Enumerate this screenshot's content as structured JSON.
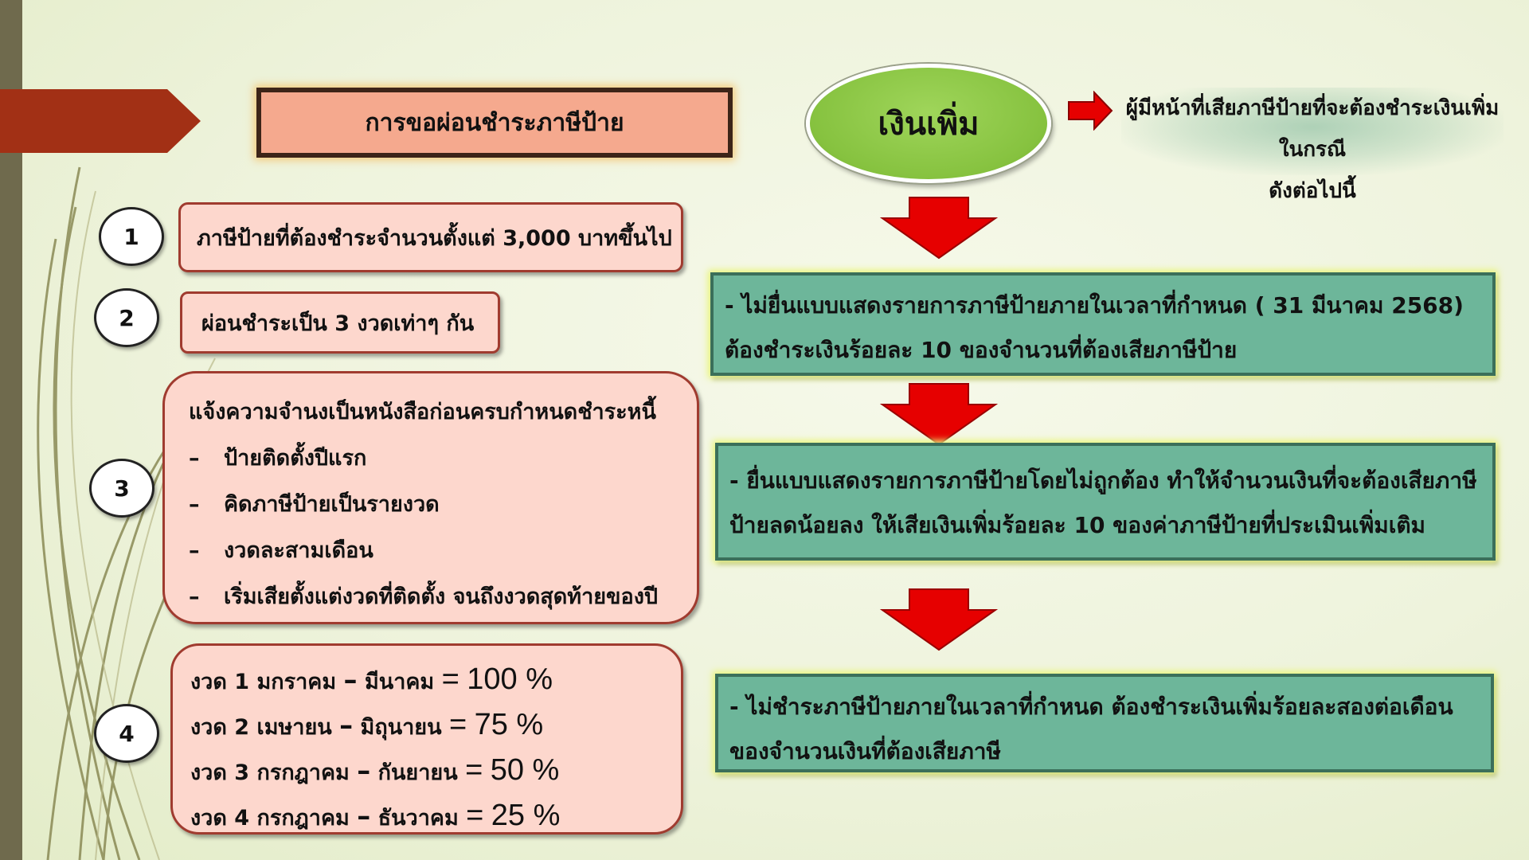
{
  "title": "การขอผ่อนชำระภาษีป้าย",
  "steps": [
    {
      "number": "1",
      "text": "ภาษีป้ายที่ต้องชำระจำนวนตั้งแต่ 3,000 บาทขึ้นไป"
    },
    {
      "number": "2",
      "text": "ผ่อนชำระเป็น 3 งวดเท่าๆ กัน"
    },
    {
      "number": "3",
      "heading": "แจ้งความจำนงเป็นหนังสือก่อนครบกำหนดชำระหนี้",
      "bullets": [
        "ป้ายติดตั้งปีแรก",
        "คิดภาษีป้ายเป็นรายงวด",
        "งวดละสามเดือน",
        "เริ่มเสียตั้งแต่งวดที่ติดตั้ง จนถึงงวดสุดท้ายของปี"
      ],
      "bullet_marker": "–"
    },
    {
      "number": "4",
      "rows": [
        {
          "label": "งวด  1 มกราคม",
          "end": "มีนาคม",
          "percent": "100 %"
        },
        {
          "label": "งวด 2 เมษายน",
          "end": "มิถุนายน",
          "percent": "75 %"
        },
        {
          "label": "งวด 3 กรกฎาคม",
          "end": "กันยายน",
          "percent": "50 %"
        },
        {
          "label": "งวด 4 กรกฎาคม",
          "end": "ธันวาคม",
          "percent": "25 %"
        }
      ],
      "dash": "–",
      "equals": "="
    }
  ],
  "surcharge": {
    "title": "เงินเพิ่ม",
    "note_line1": "ผู้มีหน้าที่เสียภาษีป้ายที่จะต้องชำระเงินเพิ่มในกรณี",
    "note_line2": "ดังต่อไปนี้",
    "cases": [
      {
        "line1": "- ไม่ยื่นแบบแสดงรายการภาษีป้ายภายในเวลาที่กำหนด ( 31 มีนาคม 2568)",
        "line2": "ต้องชำระเงินร้อยละ 10 ของจำนวนที่ต้องเสียภาษีป้าย"
      },
      {
        "line1": "- ยื่นแบบแสดงรายการภาษีป้ายโดยไม่ถูกต้อง ทำให้จำนวนเงินที่จะต้องเสียภาษี",
        "line2": "ป้ายลดน้อยลง ให้เสียเงินเพิ่มร้อยละ 10 ของค่าภาษีป้ายที่ประเมินเพิ่มเติม"
      },
      {
        "line1": "- ไม่ชำระภาษีป้ายภายในเวลาที่กำหนด ต้องชำระเงินเพิ่มร้อยละสองต่อเดือน",
        "line2": "ของจำนวนเงินที่ต้องเสียภาษี"
      }
    ]
  },
  "colors": {
    "title_fill": "#f5a98e",
    "pink_fill": "#fdd7cd",
    "green_fill": "#6db69a",
    "ellipse_fill": "#86c23f",
    "arrow_red": "#e60000",
    "accent_tab": "#a23015"
  }
}
